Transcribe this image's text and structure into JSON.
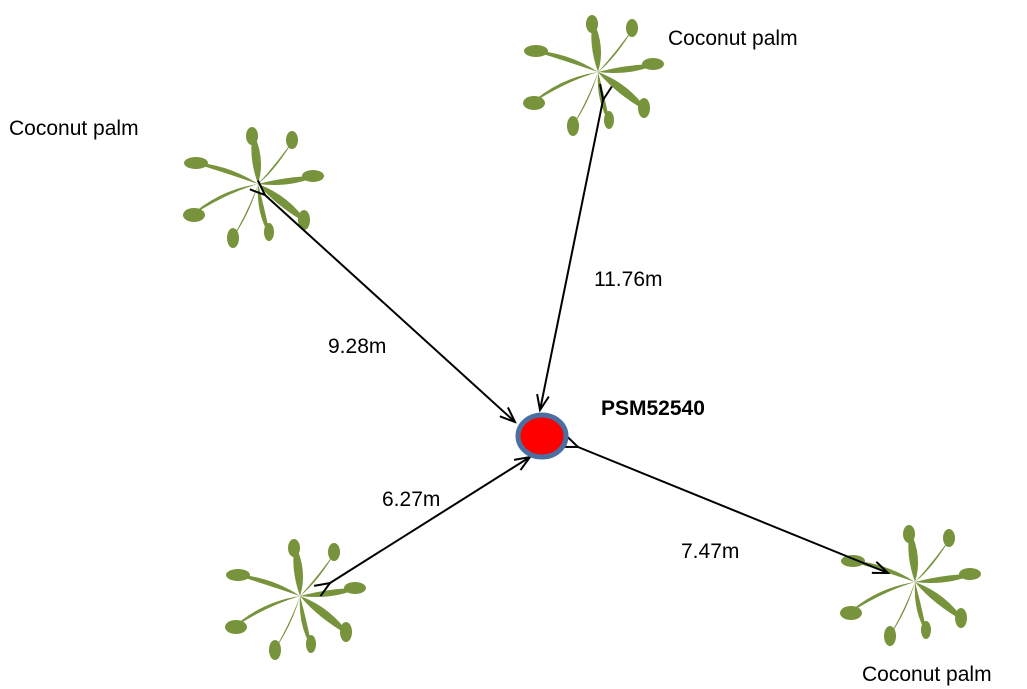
{
  "tree_labels": {
    "top_right": "Coconut palm",
    "top_left": "Coconut palm",
    "bottom_right": "Coconut palm"
  },
  "point": {
    "label": "PSM52540",
    "fill_color": "#ff0000",
    "ring_color": "#4a6fa0"
  },
  "distances": {
    "top_left": "9.28m",
    "top_right": "11.76m",
    "bottom_left": "6.27m",
    "bottom_right": "7.47m"
  },
  "palm_color": "#77933c",
  "arrow_color": "#000000"
}
